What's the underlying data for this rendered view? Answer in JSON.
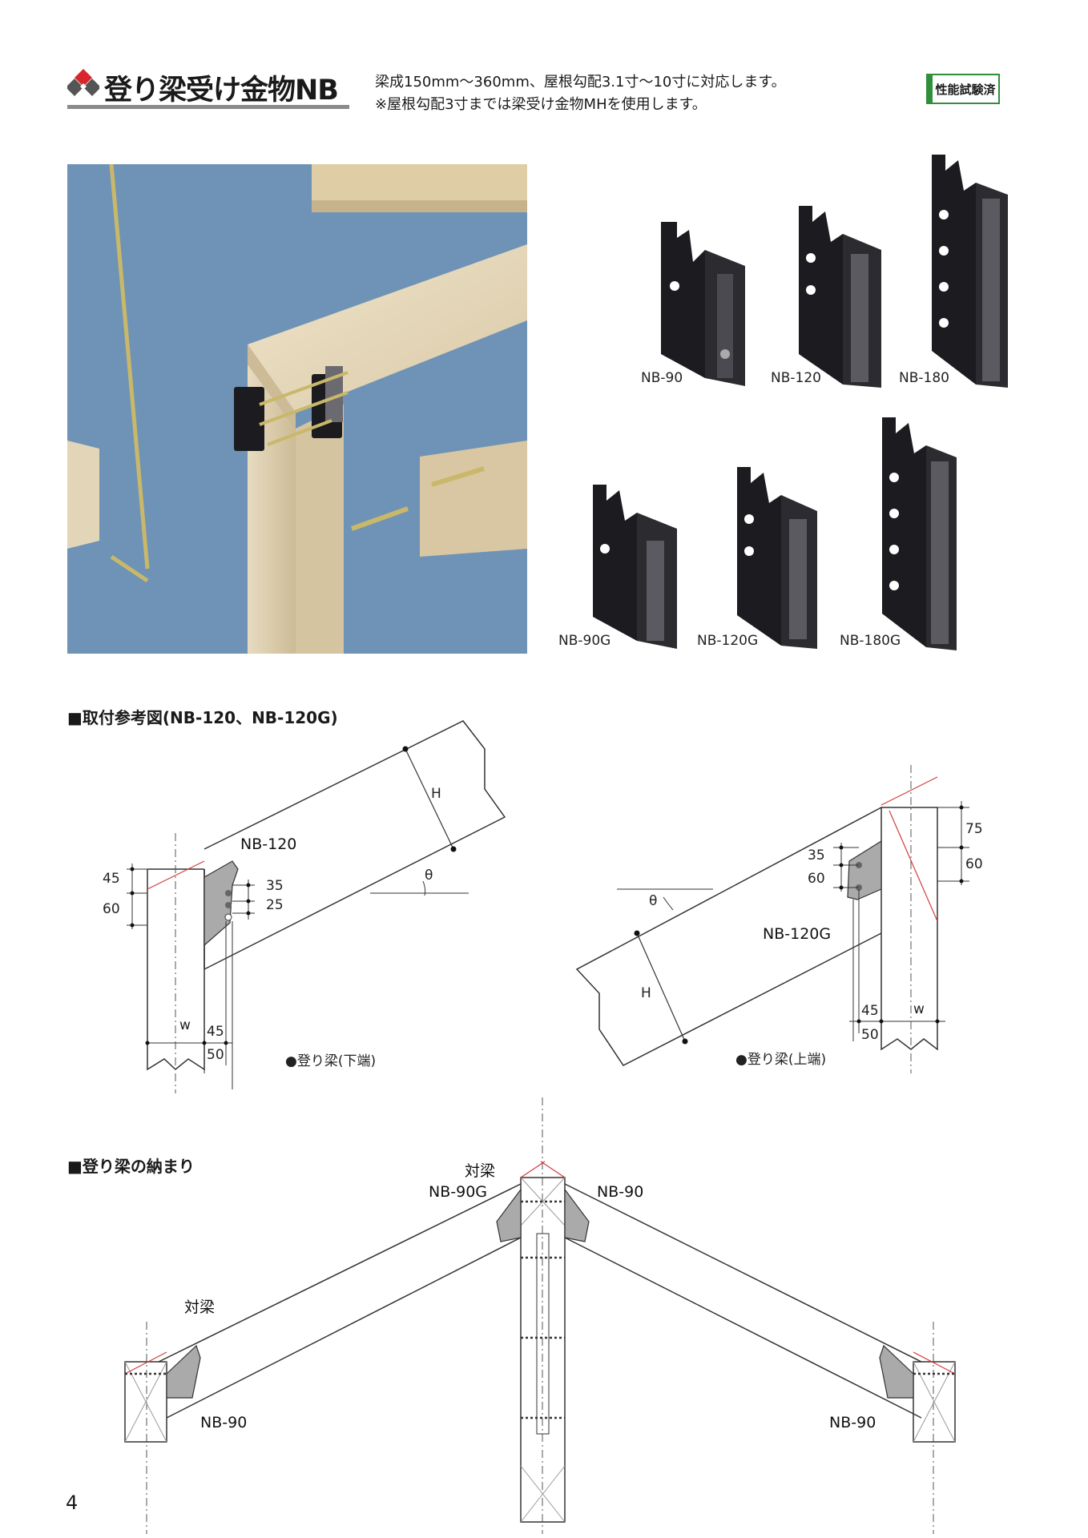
{
  "header": {
    "title": "登り梁受け金物NB",
    "desc_line1": "梁成150mm〜360mm、屋根勾配3.1寸〜10寸に対応します。",
    "desc_line2": "※屋根勾配3寸までは梁受け金物MHを使用します。",
    "badge": "性能試験済"
  },
  "products": {
    "nb90": "NB-90",
    "nb120": "NB-120",
    "nb180": "NB-180",
    "nb90g": "NB-90G",
    "nb120g": "NB-120G",
    "nb180g": "NB-180G"
  },
  "section1": {
    "title": "■取付参考図(NB-120、NB-120G)",
    "left": {
      "part": "NB-120",
      "h": "H",
      "theta": "θ",
      "d45": "45",
      "d60": "60",
      "d35": "35",
      "d25": "25",
      "w": "w",
      "b45": "45",
      "b50": "50",
      "caption": "●登り梁(下端)"
    },
    "right": {
      "part": "NB-120G",
      "h": "H",
      "theta": "θ",
      "d75": "75",
      "d60": "60",
      "d35": "35",
      "d60b": "60",
      "b45": "45",
      "w": "w",
      "b50": "50",
      "caption": "●登り梁(上端)"
    }
  },
  "section2": {
    "title": "■登り梁の納まり",
    "top_beam": "対梁",
    "top_left": "NB-90G",
    "top_right": "NB-90",
    "left_beam": "対梁",
    "bottom_left": "NB-90",
    "bottom_right": "NB-90"
  },
  "page_number": "4",
  "colors": {
    "photo_sky": "#6f93b6",
    "wood": "#e6dac0",
    "bracket": "#1c1c20",
    "red_line": "#d23c3c",
    "badge_green": "#2f8f3a"
  }
}
